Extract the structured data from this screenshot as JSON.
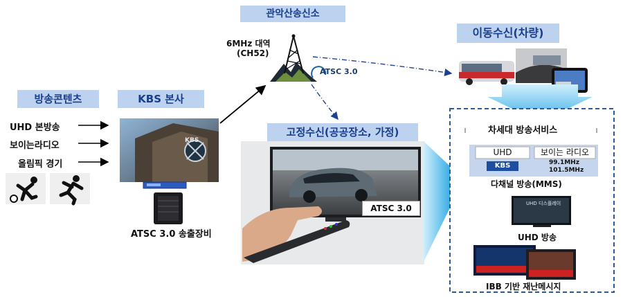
{
  "header": {
    "station": "관악산송신소",
    "mobile": "이동수신(차량)",
    "contents": "방송콘텐츠",
    "hq": "KBS 본사",
    "fixed": "고정수신(공공장소, 가정)"
  },
  "tx": {
    "band_line1": "6MHz  대역",
    "band_line2": "(CH52)",
    "atsc_logo": "ATSC 3.0"
  },
  "contents_list": [
    "UHD 본방송",
    "보이는라디오",
    "올림픽 경기"
  ],
  "hq_building_sign": "KBS",
  "equipment_label": "ATSC 3.0 송출장비",
  "tv": {
    "badge": "ATSC 3.0"
  },
  "services": {
    "title": "차세대 방송서비스",
    "uhd_tag": "UHD",
    "radio_tag": "보이는 라디오",
    "kbs_logo": "KBS",
    "freq1": "99.1MHz",
    "freq2": "101.5MHz",
    "multichannel": "다채널 방송(MMS)",
    "uhd_screen": "UHD 디스플레이",
    "uhd_label": "UHD 방송",
    "ibb_label": "IBB 기반 재난메시지"
  },
  "colors": {
    "box_bg": "#bcd2ee",
    "box_text": "#1a3d8c",
    "arrow_blue": "#1f3f8f",
    "panel_border": "#2a5a9c",
    "funnel": "#4fb7ea"
  }
}
